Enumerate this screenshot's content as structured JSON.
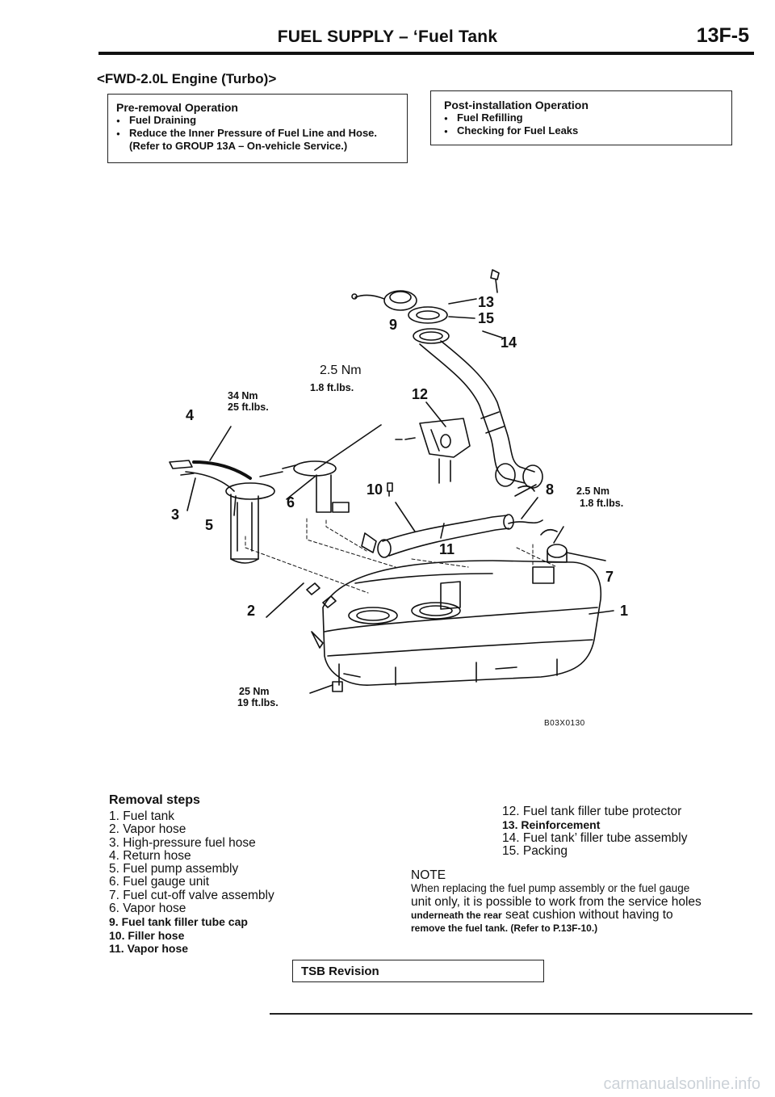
{
  "header": {
    "title": "FUEL SUPPLY – ‘Fuel Tank",
    "page": "13F-5"
  },
  "engine_label": "<FWD-2.0L Engine (Turbo)>",
  "pre_removal": {
    "title": "Pre-removal Operation",
    "items": [
      "Fuel Draining",
      "Reduce the Inner Pressure of Fuel Line and Hose."
    ],
    "note": "(Refer to GROUP 13A – On-vehicle Service.)"
  },
  "post_installation": {
    "title": "Post-installation Operation",
    "items": [
      "Fuel Refilling",
      "Checking for Fuel Leaks"
    ]
  },
  "diagram": {
    "callouts": {
      "c1": "1",
      "c2": "2",
      "c3": "3",
      "c4": "4",
      "c5": "5",
      "c6": "6",
      "c7": "7",
      "c8": "8",
      "c9": "9",
      "c10": "10",
      "c11": "11",
      "c12": "12",
      "c13": "13",
      "c14": "14",
      "c15": "15"
    },
    "torques": {
      "t_top_nm": "2.5 Nm",
      "t_top_ft": "1.8 ft.lbs.",
      "t_left_nm": "34 Nm",
      "t_left_ft": "25 ft.lbs.",
      "t_right_nm": "2.5 Nm",
      "t_right_ft": "1.8 ft.lbs.",
      "t_bottom_nm": "25 Nm",
      "t_bottom_ft": "19 ft.lbs."
    },
    "code": "B03X0130"
  },
  "removal": {
    "title": "Removal steps",
    "left_steps": [
      "1. Fuel tank",
      "2. Vapor hose",
      "3. High-pressure fuel hose",
      "4. Return hose",
      "5. Fuel pump assembly",
      "6. Fuel gauge unit",
      "7. Fuel cut-off valve assembly",
      "6. Vapor hose",
      "9. Fuel tank filler tube cap",
      "10. Filler hose",
      "11. Vapor hose"
    ],
    "right_steps": [
      "12. Fuel tank filler tube protector",
      "13. Reinforcement",
      "14. Fuel tank’ filler tube assembly",
      "15. Packing"
    ]
  },
  "note": {
    "title": "NOTE",
    "line1": "When replacing the fuel pump assembly or the fuel gauge",
    "line2": "unit only, it is possible to work from the service holes",
    "line3a": "underneath the rear",
    "line3b": " seat cushion without having to",
    "line4": "remove the fuel tank. (Refer to P.13F-10.)"
  },
  "tsb": "TSB Revision",
  "watermark": "carmanualsonline.info"
}
